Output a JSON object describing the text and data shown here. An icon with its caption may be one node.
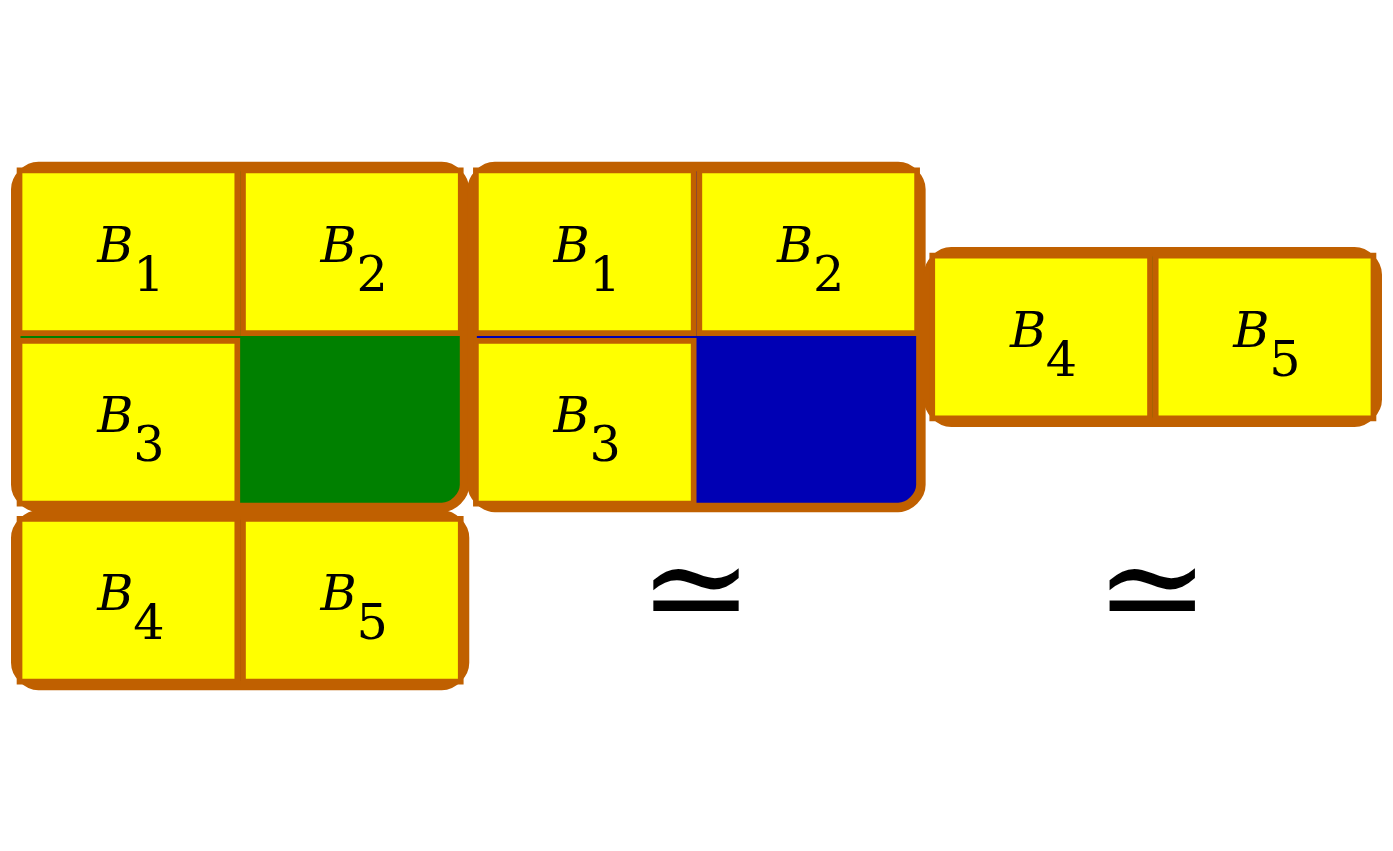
{
  "diagram": {
    "nodes": [
      {
        "text": [],
        "shape": "blob"
      },
      {
        "text": [
          "*B*$_{1}$"
        ],
        "in": 0
      },
      {
        "text": [
          "*B*$_{2}$"
        ],
        "in": 0
      },
      {
        "text": [
          "*B*$_{3}$"
        ],
        "in": 0
      },
      {
        "text": [],
        "shape": "blob"
      },
      {
        "text": [
          "*B*$_{1}$"
        ],
        "in": 4
      },
      {
        "text": [
          "*B*$_{2}$"
        ],
        "in": 4
      },
      {
        "text": [
          "*B*$_{3}$"
        ],
        "in": 4
      },
      {
        "text": [],
        "shape": "blob"
      },
      {
        "text": [
          "*B*$_{4}$"
        ],
        "in": 8
      },
      {
        "text": [
          "*B*$_{5}$"
        ],
        "in": 8
      },
      {
        "text": [],
        "shape": "blob"
      },
      {
        "text": [
          "*B*$_{4}$"
        ],
        "in": 11
      },
      {
        "text": [
          "*B*$_{5}$"
        ],
        "in": 11
      }
    ],
    "edges": [],
    "labels": [
      "≃",
      "≃"
    ]
  }
}
